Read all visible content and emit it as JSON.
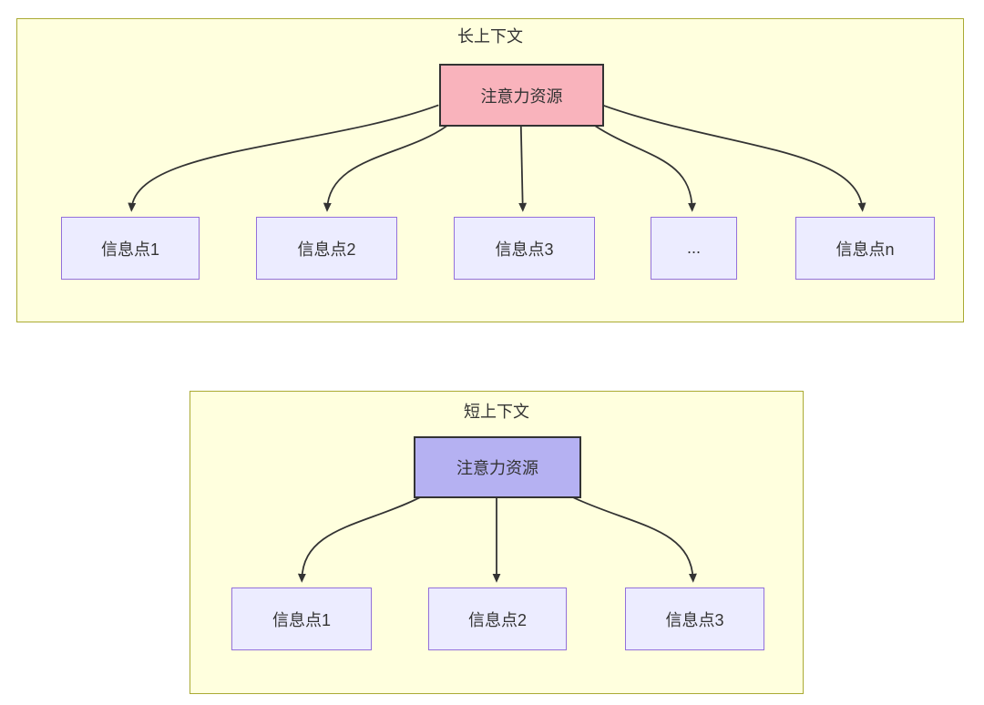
{
  "diagrams": [
    {
      "title": "长上下文",
      "root": {
        "label": "注意力资源",
        "fill": "#f9b3bc"
      },
      "children": [
        {
          "label": "信息点1"
        },
        {
          "label": "信息点2"
        },
        {
          "label": "信息点3"
        },
        {
          "label": "..."
        },
        {
          "label": "信息点n"
        }
      ]
    },
    {
      "title": "短上下文",
      "root": {
        "label": "注意力资源",
        "fill": "#b5b1f2"
      },
      "children": [
        {
          "label": "信息点1"
        },
        {
          "label": "信息点2"
        },
        {
          "label": "信息点3"
        }
      ]
    }
  ],
  "colors": {
    "container_fill": "#ffffde",
    "container_border": "#aaaa33",
    "node_fill": "#ececff",
    "node_border": "#9370db",
    "root_border": "#333333",
    "edge": "#333333",
    "text": "#333333"
  }
}
